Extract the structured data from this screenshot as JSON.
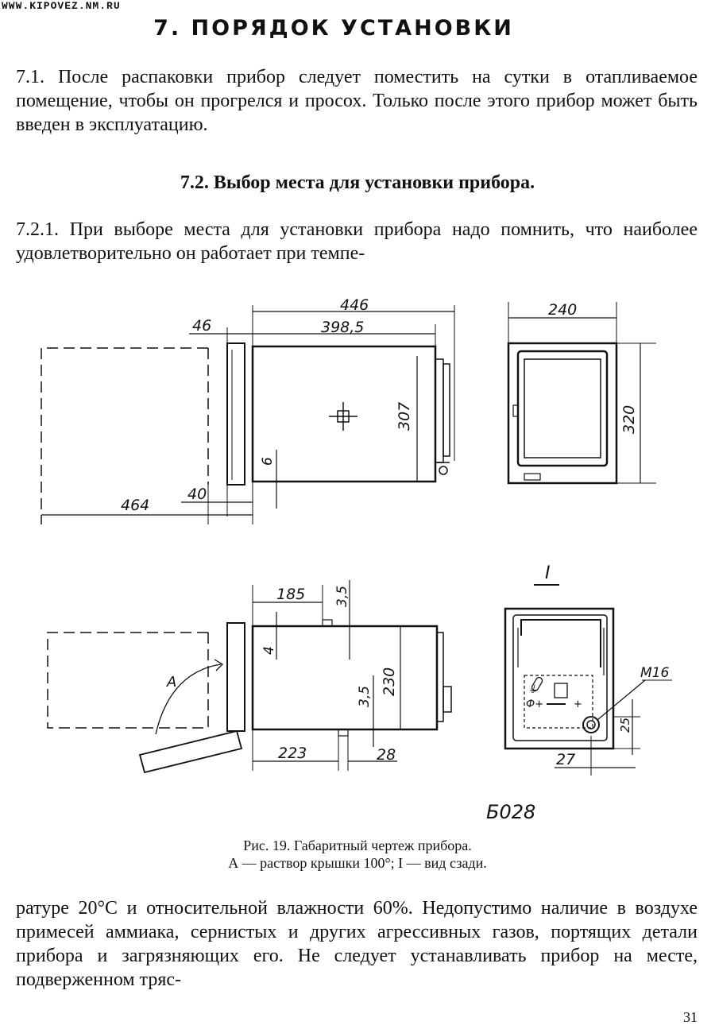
{
  "header": {
    "site": "WWW.KIPOVEZ.NM.RU"
  },
  "section": {
    "title": "7. ПОРЯДОК УСТАНОВКИ"
  },
  "p71": "7.1. После распаковки прибор следует поместить на сутки в отапливаемое помещение, чтобы он прогрелся и просох. Только после этого прибор может быть введен в эксплуатацию.",
  "subsection": {
    "title": "7.2. Выбор места для установки прибора."
  },
  "p721": "7.2.1. При выборе места для установки прибора надо помнить, что наиболее удовлетворительно он работает при темпе-",
  "figure": {
    "dims": {
      "d446": "446",
      "d398": "398,5",
      "d46": "46",
      "d307": "307",
      "d6": "6",
      "d40": "40",
      "d464": "464",
      "d240": "240",
      "d320": "320",
      "d185": "185",
      "d35a": "3,5",
      "d4": "4",
      "d35b": "3,5",
      "d230": "230",
      "d223": "223",
      "d28": "28",
      "d27": "27",
      "d25": "25",
      "m16": "М16",
      "viewI": "I",
      "labelA": "А"
    },
    "model": "Б028",
    "caption_line1": "Рис. 19. Габаритный чертеж прибора.",
    "caption_line2": "А — раствор крышки 100°; I — вид сзади."
  },
  "p_cont": "ратуре 20°С и относительной влажности 60%. Недопустимо наличие в воздухе примесей аммиака, сернистых и других агрессивных газов, портящих детали прибора и загрязняющих его. Не следует устанавливать прибор на месте, подверженном тряс-",
  "page": {
    "number": "31"
  }
}
